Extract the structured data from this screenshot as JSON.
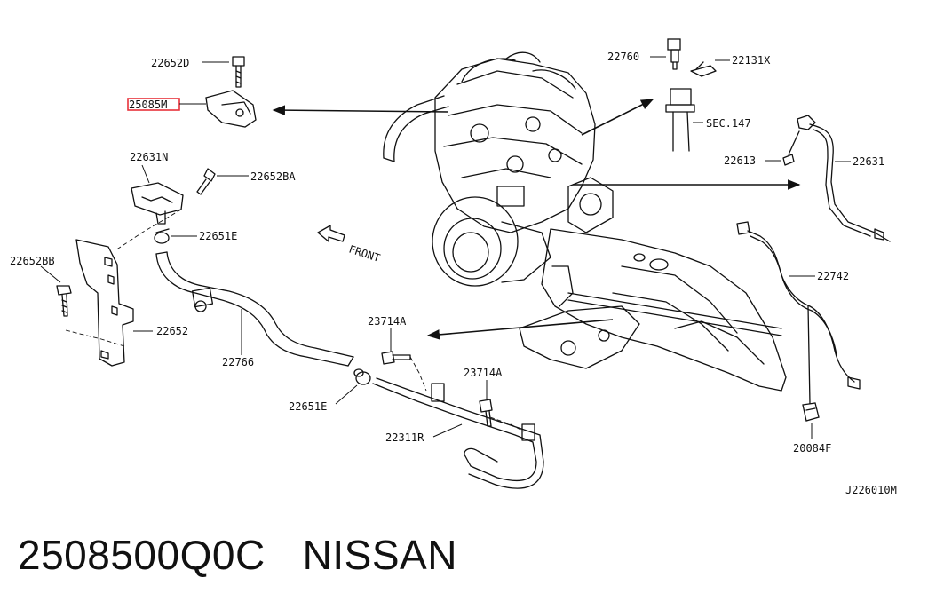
{
  "callouts": {
    "c22652D": "22652D",
    "c25085M": "25085M",
    "c22631N": "22631N",
    "c22652BA": "22652BA",
    "c22651E_top": "22651E",
    "c22652BB": "22652BB",
    "c22652": "22652",
    "c22766": "22766",
    "c22651E_bottom": "22651E",
    "c23714A_left": "23714A",
    "c23714A_right": "23714A",
    "c22311R": "22311R",
    "c22760": "22760",
    "c22131X": "22131X",
    "cSEC147": "SEC.147",
    "c22613": "22613",
    "c22631": "22631",
    "c22742": "22742",
    "c20084F": "20084F",
    "front": "FRONT"
  },
  "diagram_code": "J226010M",
  "highlight_color": "#e8313a",
  "footer": {
    "part_number": "2508500Q0C",
    "brand": "NISSAN"
  }
}
